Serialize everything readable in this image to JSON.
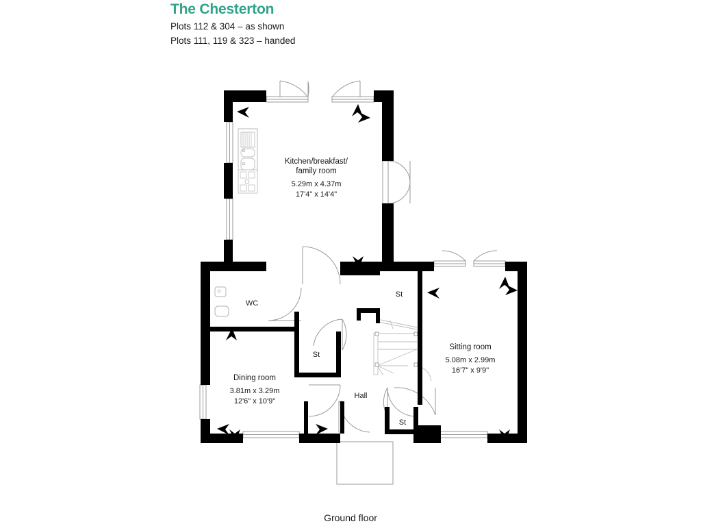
{
  "header": {
    "title": "The Chesterton",
    "subtitle_1": "Plots 112 & 304 – as shown",
    "subtitle_2": "Plots 111, 119 & 323 – handed"
  },
  "footer": {
    "label": "Ground floor"
  },
  "colors": {
    "accent_green": "#2ea387",
    "wall": "#000000",
    "text": "#1a1a1a",
    "thin_line": "#9a9a9a",
    "background": "#ffffff"
  },
  "rooms": [
    {
      "id": "kitchen",
      "name_line_1": "Kitchen/breakfast/",
      "name_line_2": "family room",
      "dim_metric": "5.29m x 4.37m",
      "dim_imperial": "17'4\" x 14'4\""
    },
    {
      "id": "sitting-room",
      "name_line_1": "Sitting room",
      "dim_metric": "5.08m x 2.99m",
      "dim_imperial": "16'7\" x 9'9\""
    },
    {
      "id": "dining-room",
      "name_line_1": "Dining room",
      "dim_metric": "3.81m x 3.29m",
      "dim_imperial": "12'6\" x 10'9\""
    },
    {
      "id": "wc",
      "name_line_1": "WC"
    },
    {
      "id": "hall",
      "name_line_1": "Hall"
    },
    {
      "id": "store-upper",
      "name_line_1": "St"
    },
    {
      "id": "store-mid",
      "name_line_1": "St"
    },
    {
      "id": "store-lower",
      "name_line_1": "St"
    }
  ],
  "fixtures": {
    "sink": "kitchen-sink",
    "hob": "kitchen-hob",
    "basin": "wc-basin",
    "toilet": "wc-toilet",
    "stairs": "staircase"
  }
}
